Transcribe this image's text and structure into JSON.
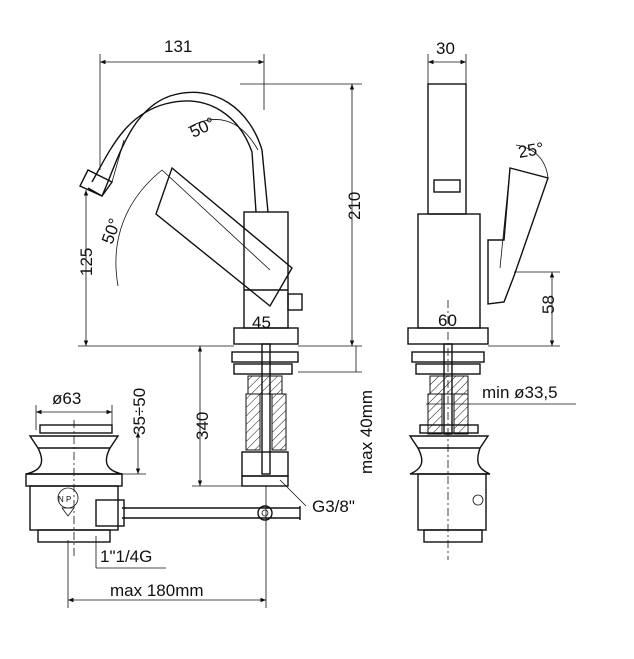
{
  "labels": {
    "width_131": "131",
    "angle_spout": "50°",
    "angle_body": "50°",
    "height_210": "210",
    "height_125": "125",
    "dim_45": "45",
    "depth_30": "30",
    "angle_lever": "25°",
    "dim_60": "60",
    "dim_58": "58",
    "dia_63": "ø63",
    "dim_35_50": "35÷50",
    "dim_340": "340",
    "max_40mm": "max 40mm",
    "min_dia": "min ø33,5",
    "thread_g38": "G3/8\"",
    "thread_g114": "1\"1/4G",
    "max_180mm": "max 180mm",
    "stamp": "N P"
  }
}
